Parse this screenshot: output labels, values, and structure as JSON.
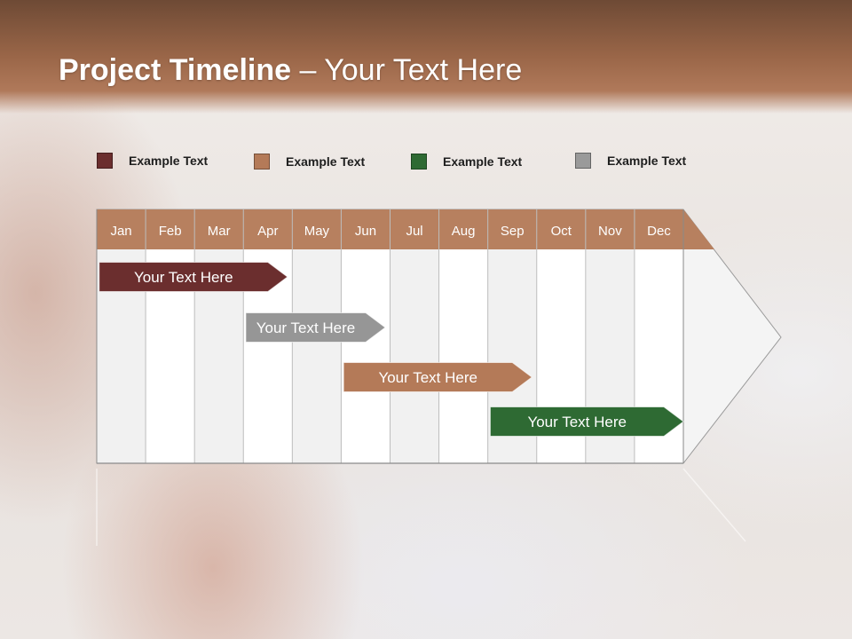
{
  "title": {
    "bold": "Project Timeline",
    "rest": " – Your Text Here"
  },
  "legend": [
    {
      "label": "Example Text",
      "color": "#6b2e2e"
    },
    {
      "label": "Example Text",
      "color": "#b47a58"
    },
    {
      "label": "Example Text",
      "color": "#2e6a33"
    },
    {
      "label": "Example Text",
      "color": "#9a9a9a"
    }
  ],
  "colors": {
    "header_bar": "#b7805f",
    "grid_line": "#bdbdbd",
    "column_light": "#ffffff",
    "column_shade": "#f1f1f1"
  },
  "chart_data": {
    "type": "gantt",
    "categories": [
      "Jan",
      "Feb",
      "Mar",
      "Apr",
      "May",
      "Jun",
      "Jul",
      "Aug",
      "Sep",
      "Oct",
      "Nov",
      "Dec"
    ],
    "tasks": [
      {
        "label": "Your  Text Here",
        "start": 0.05,
        "end": 3.9,
        "color": "#6b2e2e"
      },
      {
        "label": "Your  Text Here",
        "start": 3.05,
        "end": 5.9,
        "color": "#969696"
      },
      {
        "label": "Your  Text Here",
        "start": 5.05,
        "end": 8.9,
        "color": "#b47a58"
      },
      {
        "label": "Your  Text Here",
        "start": 8.05,
        "end": 12.0,
        "color": "#2e6a33"
      }
    ]
  }
}
